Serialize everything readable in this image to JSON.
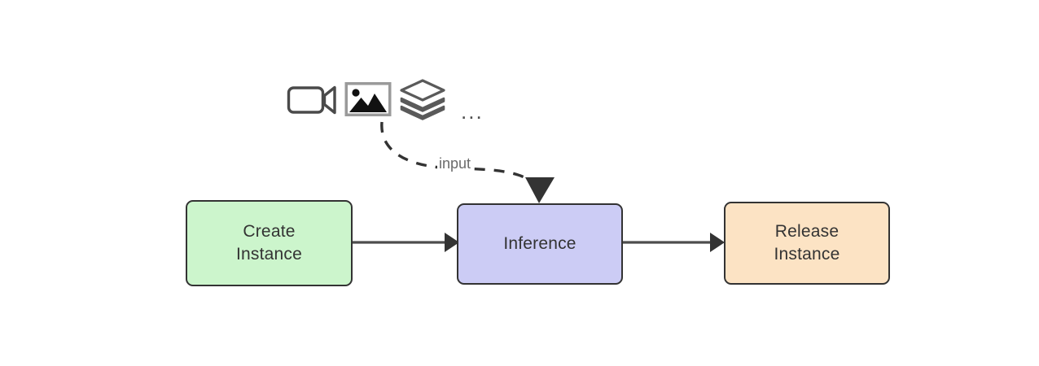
{
  "diagram": {
    "type": "flowchart",
    "background": "#ffffff",
    "nodes": [
      {
        "id": "create-instance",
        "label_lines": [
          "Create",
          "Instance"
        ],
        "fill": "#ccf5cc",
        "border": "#333333"
      },
      {
        "id": "inference",
        "label_lines": [
          "Inference"
        ],
        "fill": "#ccccf5",
        "border": "#333333"
      },
      {
        "id": "release-instance",
        "label_lines": [
          "Release",
          "Instance"
        ],
        "fill": "#fce3c4",
        "border": "#333333"
      }
    ],
    "edges": [
      {
        "id": "create-to-inference",
        "from": "create-instance",
        "to": "inference",
        "style": "solid",
        "label": "",
        "color": "#4d4d4d"
      },
      {
        "id": "inference-to-release",
        "from": "inference",
        "to": "release-instance",
        "style": "solid",
        "label": "",
        "color": "#4d4d4d"
      },
      {
        "id": "sources-to-inference",
        "from": "input-sources",
        "to": "inference",
        "style": "dashed",
        "label": "input",
        "label_color": "#6b6b6b",
        "color": "#333333"
      }
    ],
    "input_sources": {
      "icons": [
        {
          "name": "video-camera-icon",
          "title": "video"
        },
        {
          "name": "image-picture-icon",
          "title": "image"
        },
        {
          "name": "layers-stack-icon",
          "title": "layers"
        }
      ],
      "ellipsis": "..."
    }
  }
}
